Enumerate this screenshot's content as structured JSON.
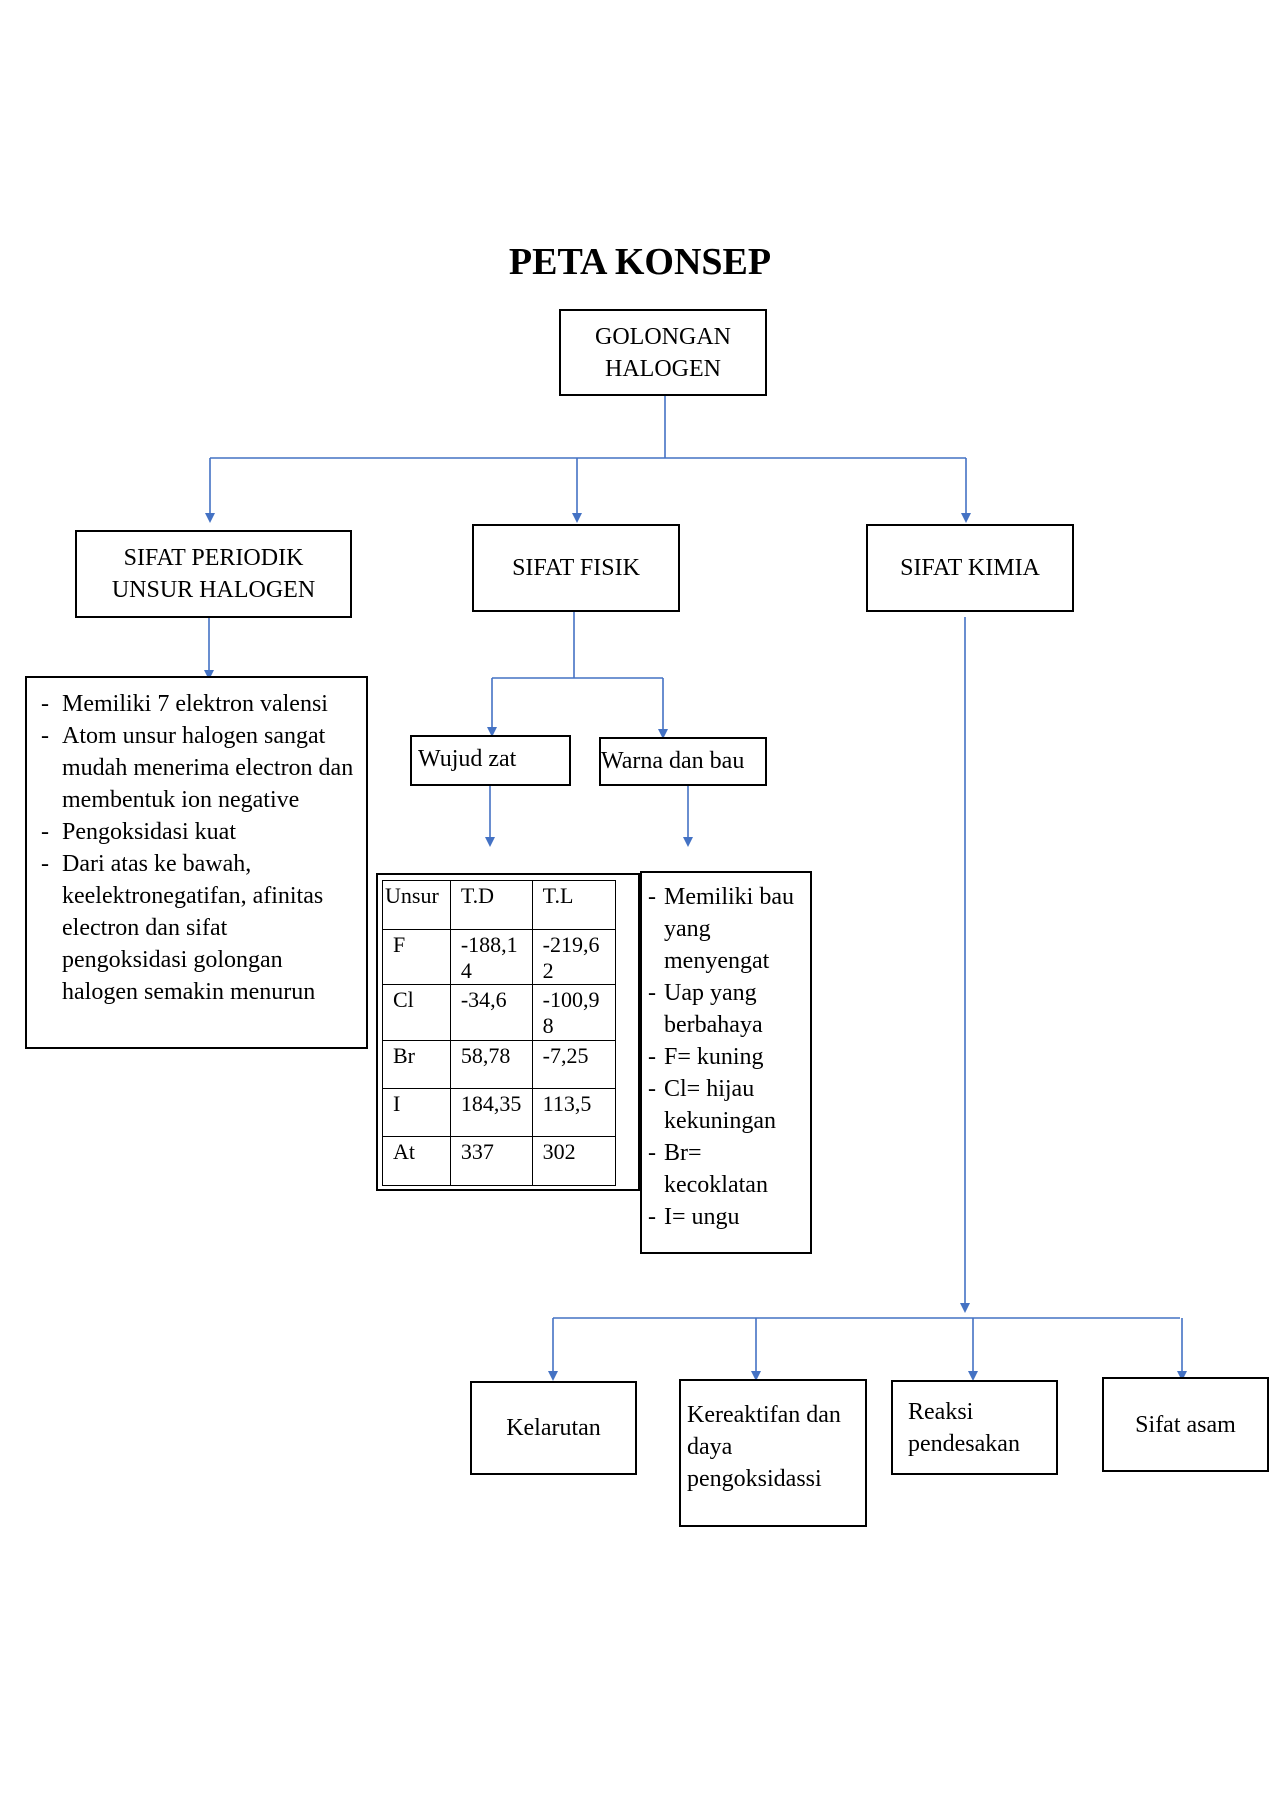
{
  "title": "PETA KONSEP",
  "root": "GOLONGAN HALOGEN",
  "branches": {
    "periodik": "SIFAT PERIODIK UNSUR HALOGEN",
    "fisik": "SIFAT FISIK",
    "kimia": "SIFAT KIMIA"
  },
  "periodik_points": [
    "Memiliki 7 elektron valensi",
    "Atom unsur halogen sangat mudah menerima electron dan membentuk ion negative",
    "Pengoksidasi kuat",
    "Dari atas ke bawah, keelektronegatifan, afinitas electron dan sifat pengoksidasi golongan halogen semakin menurun"
  ],
  "fisik_sub": {
    "wujud": "Wujud zat",
    "warna": "Warna dan bau"
  },
  "table": {
    "headers": [
      "Unsur",
      "T.D",
      "T.L"
    ],
    "rows": [
      [
        "F",
        "-188,14",
        "-219,62"
      ],
      [
        "Cl",
        "-34,6",
        "-100,98"
      ],
      [
        "Br",
        "58,78",
        "-7,25"
      ],
      [
        "I",
        "184,35",
        "113,5"
      ],
      [
        "At",
        "337",
        "302"
      ]
    ]
  },
  "warna_points": [
    "Memiliki bau yang menyengat",
    "Uap yang berbahaya",
    "F= kuning",
    "Cl= hijau kekuningan",
    "Br= kecoklatan",
    "I= ungu"
  ],
  "kimia_items": [
    "Kelarutan",
    "Kereaktifan dan daya pengoksidassi",
    "Reaksi pendesakan",
    "Sifat asam"
  ],
  "colors": {
    "connector": "#4472c4",
    "border": "#000000"
  }
}
